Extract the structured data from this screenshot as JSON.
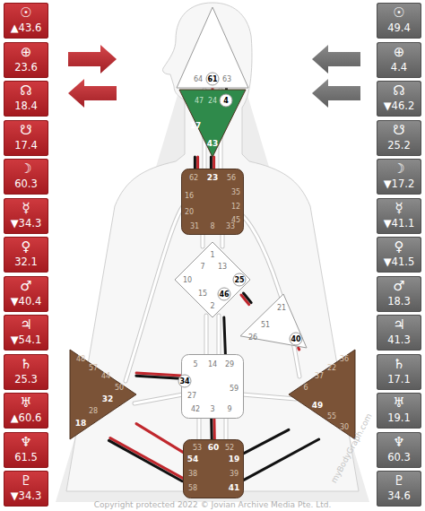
{
  "diagram": {
    "nodes": [
      {
        "text": [
          "☉",
          "▲43.6"
        ]
      },
      {
        "text": [
          "⊕",
          "23.6"
        ]
      },
      {
        "text": [
          "☊",
          "18.4"
        ]
      },
      {
        "text": [
          "☋",
          "17.4"
        ]
      },
      {
        "text": [
          "☽",
          "60.3"
        ]
      },
      {
        "text": [
          "☿",
          "▼34.3"
        ]
      },
      {
        "text": [
          "♀",
          "32.1"
        ]
      },
      {
        "text": [
          "♂",
          "▼40.4"
        ]
      },
      {
        "text": [
          "♃",
          "▼54.1"
        ]
      },
      {
        "text": [
          "♄",
          "25.3"
        ]
      },
      {
        "text": [
          "♅",
          "▲60.6"
        ]
      },
      {
        "text": [
          "♆",
          "61.5"
        ]
      },
      {
        "text": [
          "♇",
          "▼34.3"
        ]
      },
      {
        "text": [
          "64",
          "61",
          "63"
        ]
      },
      {
        "text": [
          "47",
          "24",
          "4",
          "17",
          "43"
        ]
      },
      {
        "text": [
          "62",
          "23",
          "56",
          "16",
          "20",
          "35",
          "12",
          "45",
          "31",
          "8",
          "33"
        ]
      },
      {
        "text": [
          "1",
          "7",
          "13",
          "10",
          "25",
          "15",
          "46",
          "2"
        ]
      },
      {
        "text": [
          "21",
          "51",
          "26",
          "40"
        ]
      },
      {
        "text": [
          "48",
          "57",
          "44",
          "50",
          "32",
          "28",
          "18"
        ]
      },
      {
        "text": [
          "36",
          "22",
          "37",
          "6",
          "49",
          "55",
          "30"
        ]
      },
      {
        "text": [
          "5",
          "14",
          "29",
          "34",
          "27",
          "59",
          "42",
          "3",
          "9"
        ]
      },
      {
        "text": [
          "53",
          "60",
          "52",
          "54",
          "38",
          "58",
          "19",
          "39",
          "41"
        ]
      },
      {
        "text": [
          "☉",
          "49.4"
        ]
      },
      {
        "text": [
          "⊕",
          "4.4"
        ]
      },
      {
        "text": [
          "☊",
          "▼46.2"
        ]
      },
      {
        "text": [
          "☋",
          "25.2"
        ]
      },
      {
        "text": [
          "☽",
          "▼17.2"
        ]
      },
      {
        "text": [
          "☿",
          "▼41.1"
        ]
      },
      {
        "text": [
          "♀",
          "▼41.5"
        ]
      },
      {
        "text": [
          "♂",
          "18.3"
        ]
      },
      {
        "text": [
          "♃",
          "41.3"
        ]
      },
      {
        "text": [
          "♄",
          "17.1"
        ]
      },
      {
        "text": [
          "♅",
          "19.1"
        ]
      },
      {
        "text": [
          "♆",
          "60.3"
        ]
      },
      {
        "text": [
          "♇",
          "34.6"
        ]
      }
    ],
    "edges": [
      {
        "from": 13,
        "to": 14,
        "arrow": "none"
      },
      {
        "from": 14,
        "to": 15,
        "arrow": "none"
      },
      {
        "from": 16,
        "to": 17,
        "arrow": "none"
      },
      {
        "from": 17,
        "to": 19,
        "arrow": "none"
      },
      {
        "from": 18,
        "to": 21,
        "arrow": "none"
      },
      {
        "from": 18,
        "to": 21,
        "arrow": "none"
      },
      {
        "from": 19,
        "to": 21,
        "arrow": "none"
      },
      {
        "from": 20,
        "to": 21,
        "arrow": "none"
      },
      {
        "from": 19,
        "to": 21,
        "arrow": "none"
      },
      {
        "from": 16,
        "to": 20,
        "arrow": "none"
      },
      {
        "from": 14,
        "to": 15,
        "arrow": "none"
      },
      {
        "from": 18,
        "to": 20,
        "arrow": "none"
      },
      {
        "from": 13,
        "to": 14,
        "arrow": "none"
      }
    ],
    "labels": [
      "Copyright protected 2022 © Jovian Archive Media Pte. Ltd.",
      "myBodyGraph.com"
    ]
  }
}
